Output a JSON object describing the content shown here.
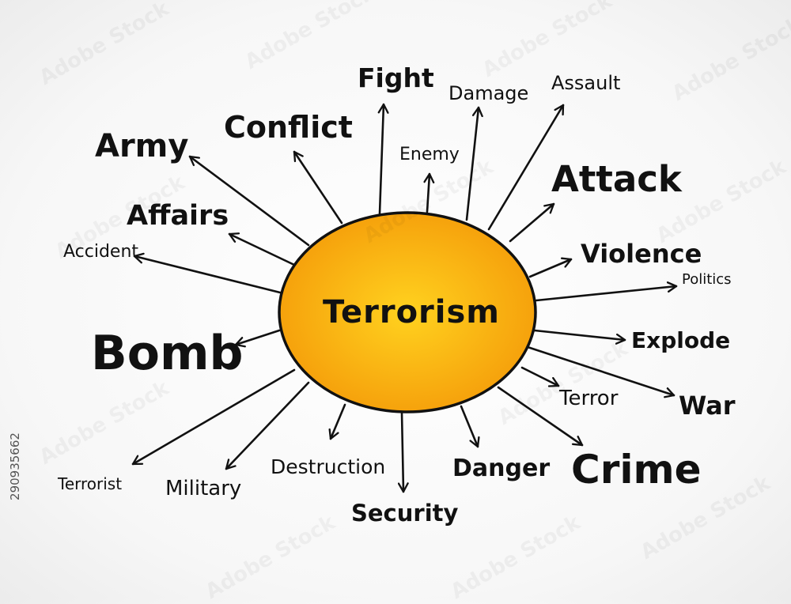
{
  "center": {
    "label": "Terrorism"
  },
  "words": [
    {
      "id": "fight",
      "text": "Fight"
    },
    {
      "id": "damage",
      "text": "Damage"
    },
    {
      "id": "assault",
      "text": "Assault"
    },
    {
      "id": "conflict",
      "text": "Conflict"
    },
    {
      "id": "army",
      "text": "Army"
    },
    {
      "id": "enemy",
      "text": "Enemy"
    },
    {
      "id": "attack",
      "text": "Attack"
    },
    {
      "id": "affairs",
      "text": "Affairs"
    },
    {
      "id": "accident",
      "text": "Accident"
    },
    {
      "id": "violence",
      "text": "Violence"
    },
    {
      "id": "politics",
      "text": "Politics"
    },
    {
      "id": "bomb",
      "text": "Bomb"
    },
    {
      "id": "explode",
      "text": "Explode"
    },
    {
      "id": "terror",
      "text": "Terror"
    },
    {
      "id": "war",
      "text": "War"
    },
    {
      "id": "destruction",
      "text": "Destruction"
    },
    {
      "id": "danger",
      "text": "Danger"
    },
    {
      "id": "crime",
      "text": "Crime"
    },
    {
      "id": "terrorist",
      "text": "Terrorist"
    },
    {
      "id": "military",
      "text": "Military"
    },
    {
      "id": "security",
      "text": "Security"
    }
  ],
  "stock_id": "290935662",
  "watermark": "Adobe Stock",
  "colors": {
    "hub_fill_light": "#FFD21F",
    "hub_fill_dark": "#F59D0A",
    "ink": "#111111",
    "background": "#FAFAFA"
  }
}
